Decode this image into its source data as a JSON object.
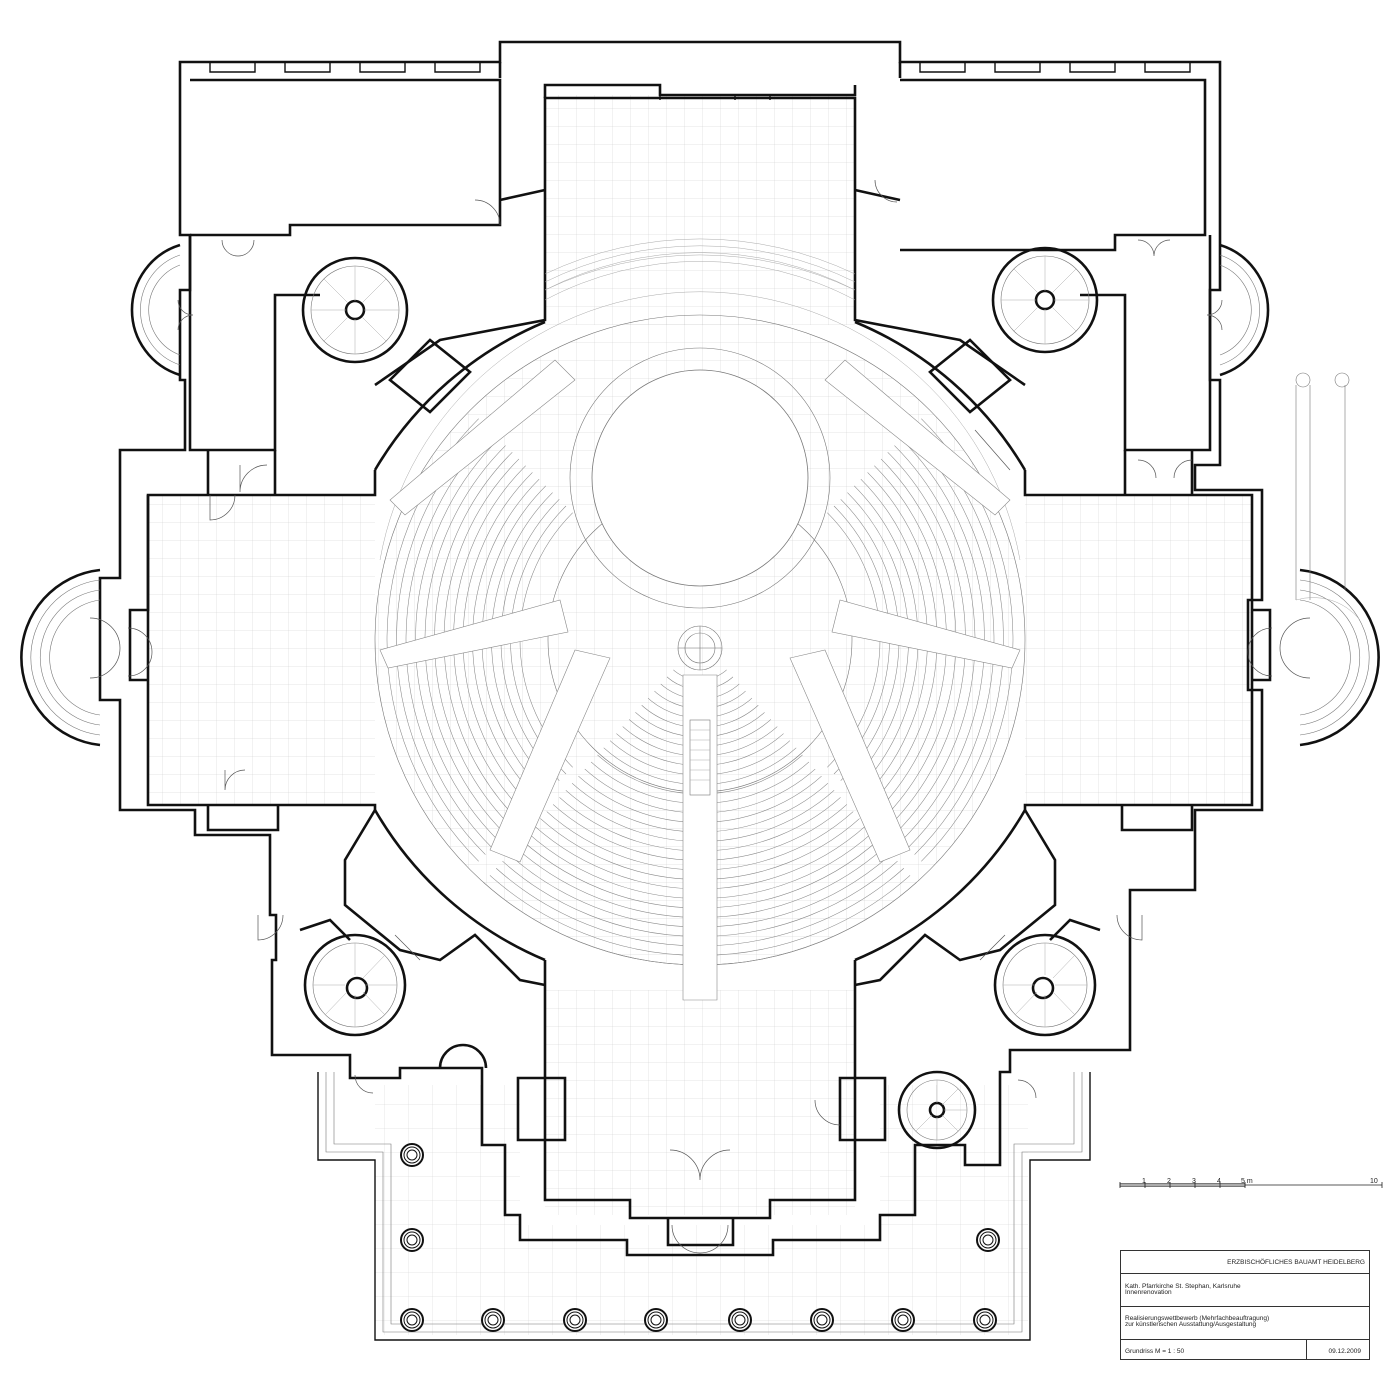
{
  "drawing": {
    "office": "ERZBISCHÖFLICHES BAUAMT HEIDELBERG",
    "project_line1": "Kath. Pfarrkirche St. Stephan, Karlsruhe",
    "project_line2": "Innenrenovation",
    "competition_line1": "Realisierungswettbewerb (Mehrfachbeauftragung)",
    "competition_line2": "zur künstlerischen Ausstattung/Ausgestaltung",
    "sheet": "Grundriss  M = 1 : 50",
    "date": "09.12.2009"
  },
  "scale_bar": {
    "labels": [
      "1",
      "2",
      "3",
      "4",
      "5 m",
      "10"
    ]
  }
}
